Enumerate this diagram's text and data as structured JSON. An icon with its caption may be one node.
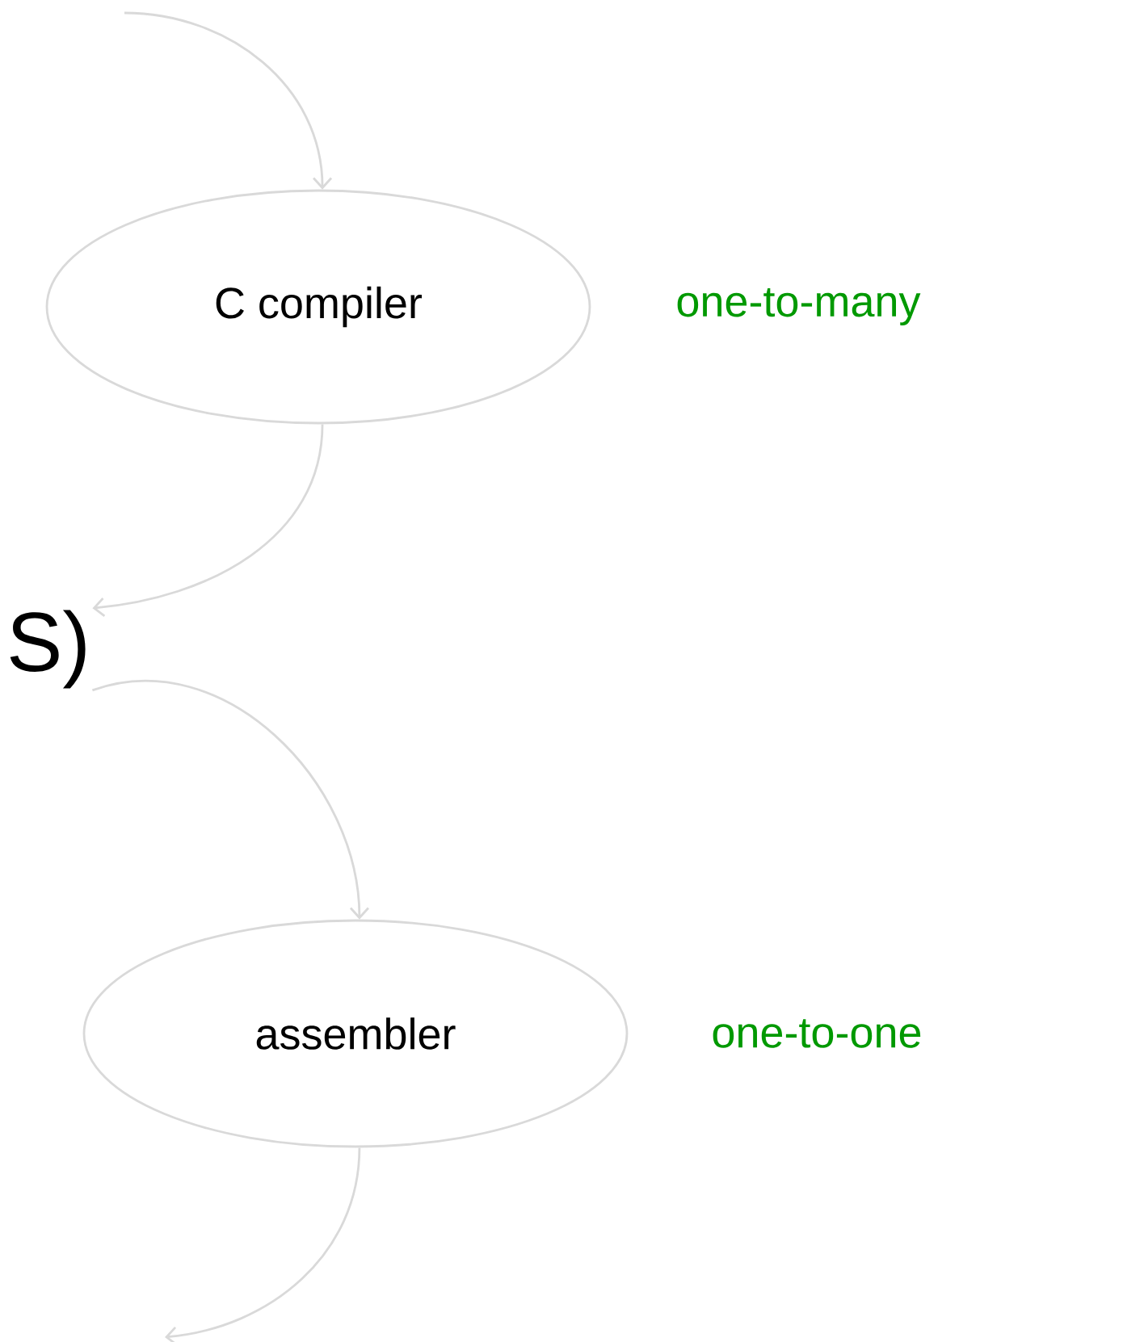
{
  "diagram": {
    "nodes": [
      {
        "text": [
          "C compiler"
        ],
        "beside": [
          "one-to-many"
        ]
      },
      {
        "text": [
          "S)"
        ]
      },
      {
        "text": [
          "assembler"
        ],
        "beside": [
          "one-to-one"
        ]
      }
    ],
    "edges": [
      {
        "from": null,
        "to": 0,
        "arrow": "to"
      },
      {
        "from": 0,
        "to": 1,
        "arrow": "to"
      },
      {
        "from": 1,
        "to": 2,
        "arrow": "to"
      },
      {
        "from": 2,
        "to": null,
        "arrow": "to"
      }
    ]
  }
}
